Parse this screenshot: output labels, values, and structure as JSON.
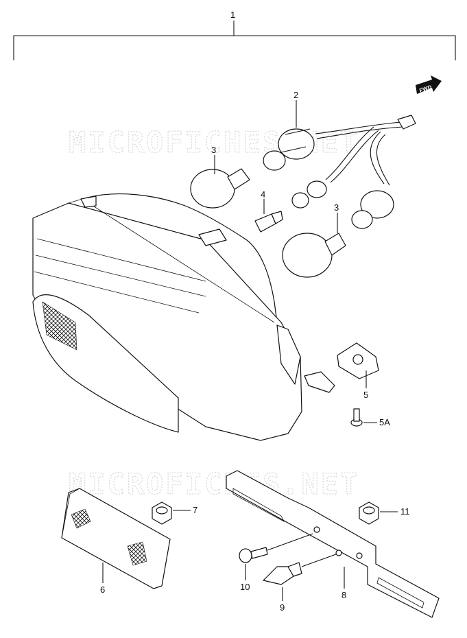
{
  "watermark": "MICROFICHES.NET",
  "fwd_label": "FWD",
  "callouts": [
    {
      "id": "1",
      "label": "1"
    },
    {
      "id": "2",
      "label": "2"
    },
    {
      "id": "3a",
      "label": "3"
    },
    {
      "id": "3b",
      "label": "3"
    },
    {
      "id": "4",
      "label": "4"
    },
    {
      "id": "5",
      "label": "5"
    },
    {
      "id": "5A",
      "label": "5A"
    },
    {
      "id": "6",
      "label": "6"
    },
    {
      "id": "7",
      "label": "7"
    },
    {
      "id": "8",
      "label": "8"
    },
    {
      "id": "9",
      "label": "9"
    },
    {
      "id": "10",
      "label": "10"
    },
    {
      "id": "11",
      "label": "11"
    }
  ]
}
